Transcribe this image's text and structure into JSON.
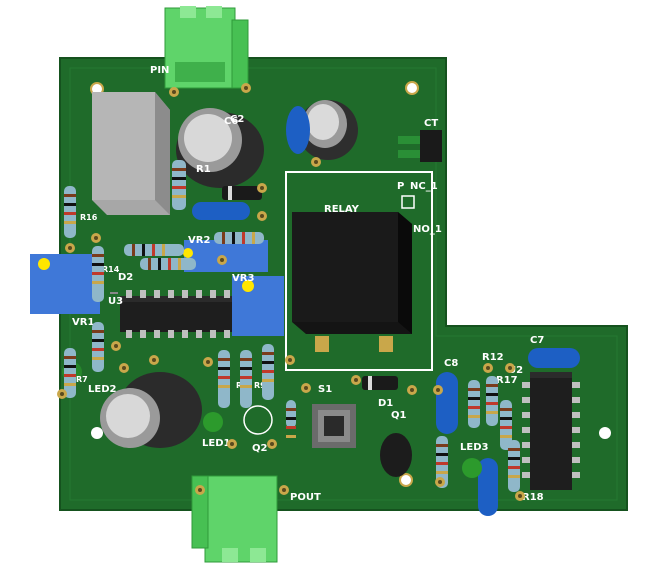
{
  "colors": {
    "board": "#1f6b2a",
    "board_edge": "#15521e",
    "silkscreen": "#ffffff",
    "pad": "#c9a74a",
    "connector": "#5fd46a",
    "cap_blue": "#1d5fc4",
    "trimmer": "#3f78d8",
    "relay": "#141414",
    "ic": "#1e1e1e"
  },
  "labels": {
    "pin": "PIN",
    "pout": "POUT",
    "ct": "CT",
    "relay": "RELAY",
    "relay_p": "P",
    "relay_nc": "NC_1",
    "relay_no": "NO_1",
    "c2": "C2",
    "c6": "C6",
    "c7": "C7",
    "c8": "C8",
    "d1": "D1",
    "d2": "D2",
    "q1": "Q1",
    "q2": "Q2",
    "s1": "S1",
    "u2": "U2",
    "u3": "U3",
    "r1": "R1",
    "r12": "R12",
    "r14": "R14",
    "r16": "R16",
    "r17": "R17",
    "r18": "R18",
    "r7": "R7",
    "r8": "R8",
    "r9": "R9",
    "vr1": "VR1",
    "vr2": "VR2",
    "vr3": "VR3",
    "led1": "LED1",
    "led2": "LED2",
    "led3": "LED3"
  }
}
